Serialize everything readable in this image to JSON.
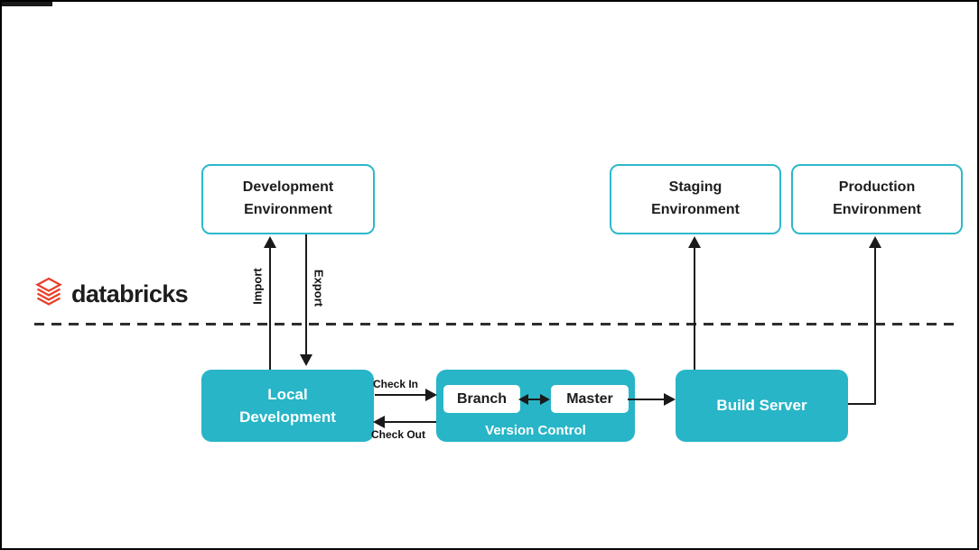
{
  "logo": {
    "label": "databricks"
  },
  "environments": {
    "development": {
      "label": "Development Environment"
    },
    "staging": {
      "label": "Staging Environment"
    },
    "production": {
      "label": "Production Environment"
    }
  },
  "nodes": {
    "local_development": {
      "label": "Local Development"
    },
    "version_control": {
      "label": "Version Control",
      "branch": {
        "label": "Branch"
      },
      "master": {
        "label": "Master"
      }
    },
    "build_server": {
      "label": "Build Server"
    }
  },
  "arrow_labels": {
    "import": "Import",
    "export": "Export",
    "check_in": "Check In",
    "check_out": "Check Out"
  },
  "colors": {
    "teal_fill": "#27b5c7",
    "teal_border": "#2eb8ca",
    "line_black": "#1a1a1a",
    "logo_red": "#e8402a",
    "text_dark": "#1e1e1e"
  }
}
